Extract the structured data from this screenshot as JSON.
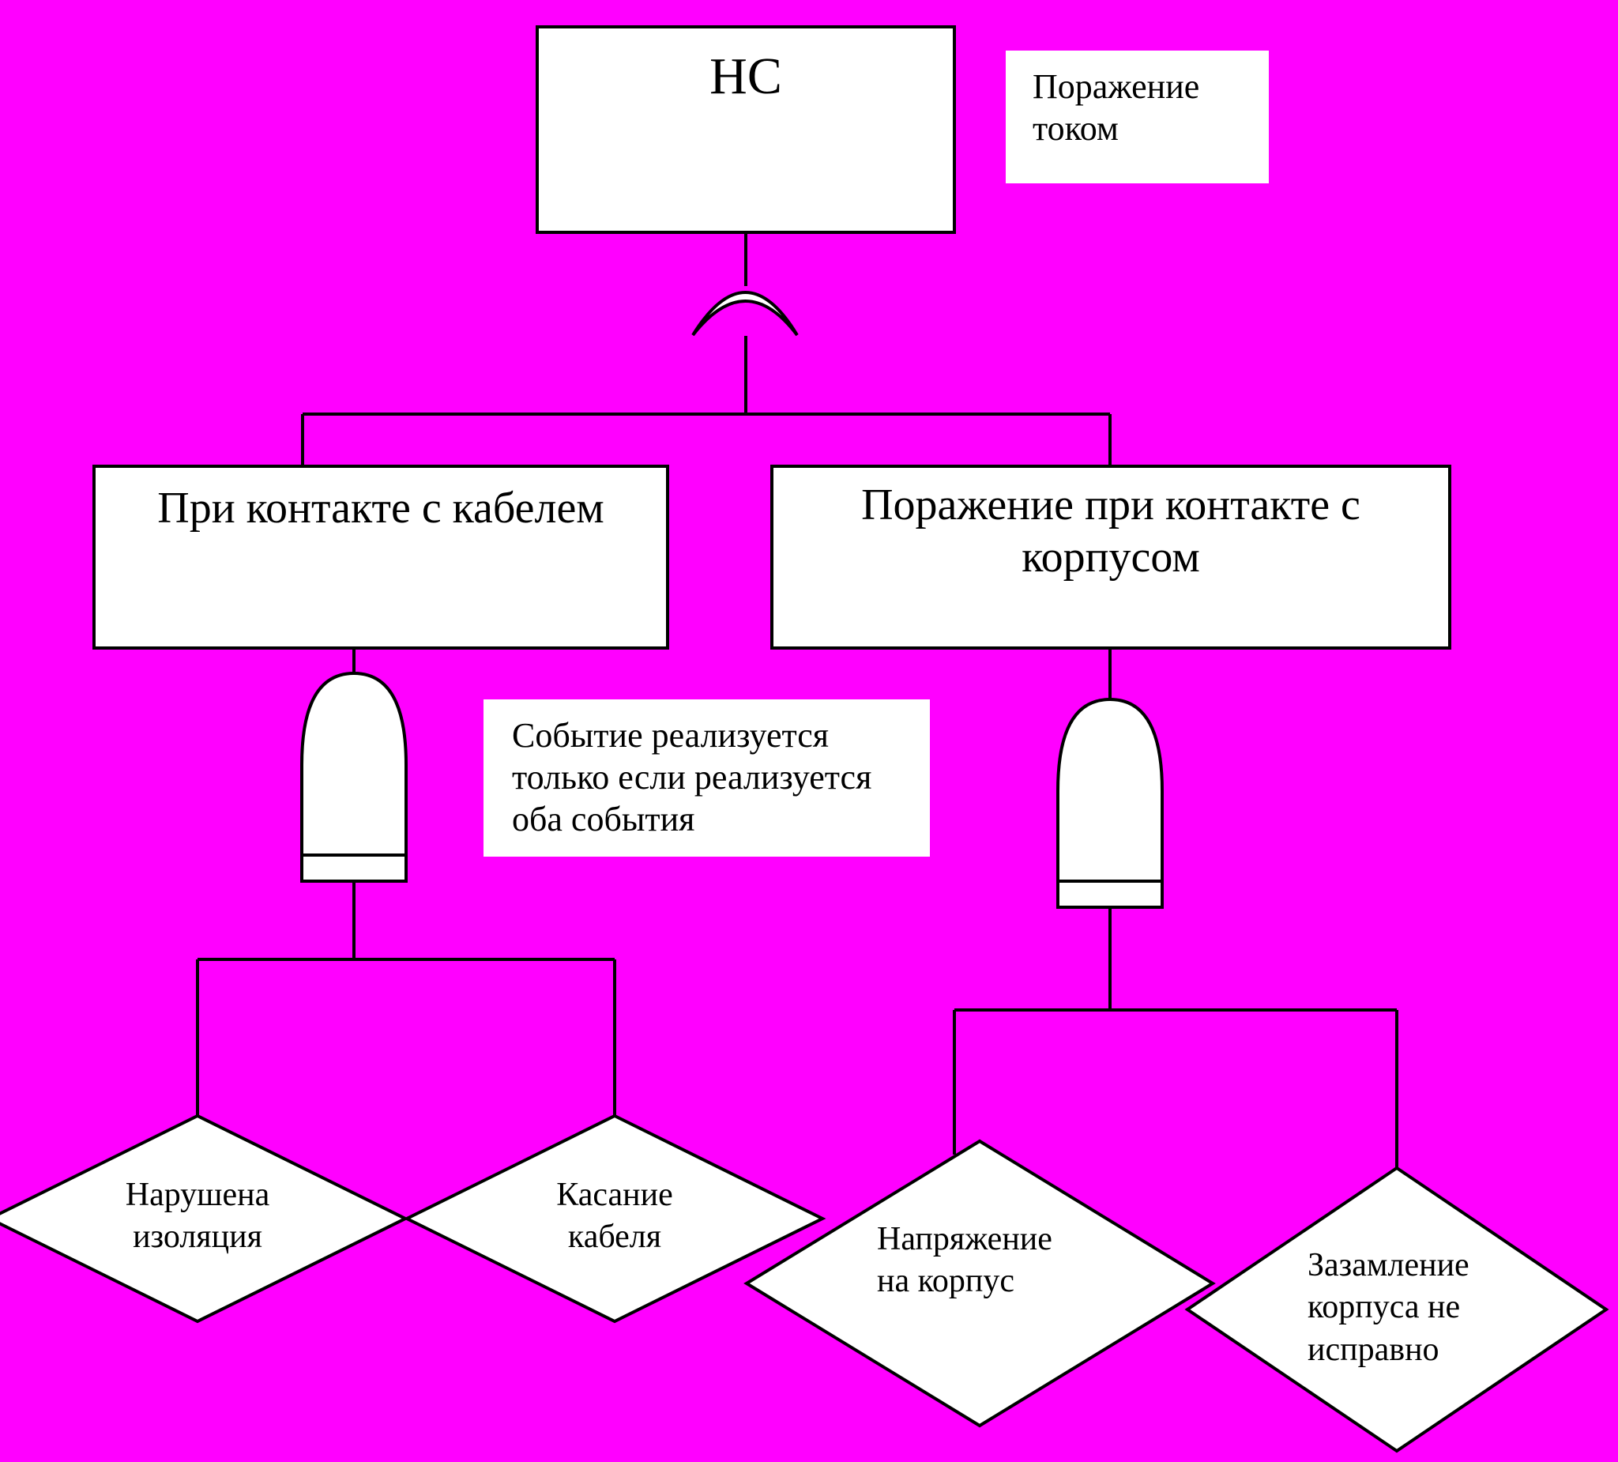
{
  "page": {
    "background_color": "#ff00ff"
  },
  "top_event": {
    "label": "НС",
    "note": "Поражение током"
  },
  "or_gate": {
    "icon": "or-gate-icon"
  },
  "intermediate_events": [
    {
      "label": "При контакте с кабелем",
      "gate_icon": "and-gate-icon",
      "note": "Событие реализуется только если реализуется оба события",
      "children": [
        {
          "label_line1": "Нарушена",
          "label_line2": "изоляция"
        },
        {
          "label_line1": "Касание",
          "label_line2": "кабеля"
        }
      ]
    },
    {
      "label": "Поражение при контакте с корпусом",
      "gate_icon": "and-gate-icon",
      "children": [
        {
          "label_line1": "Напряжение",
          "label_line2": "на корпус"
        },
        {
          "label_line1": "Зазамление",
          "label_line2": "корпуса не",
          "label_line3": "исправно"
        }
      ]
    }
  ]
}
